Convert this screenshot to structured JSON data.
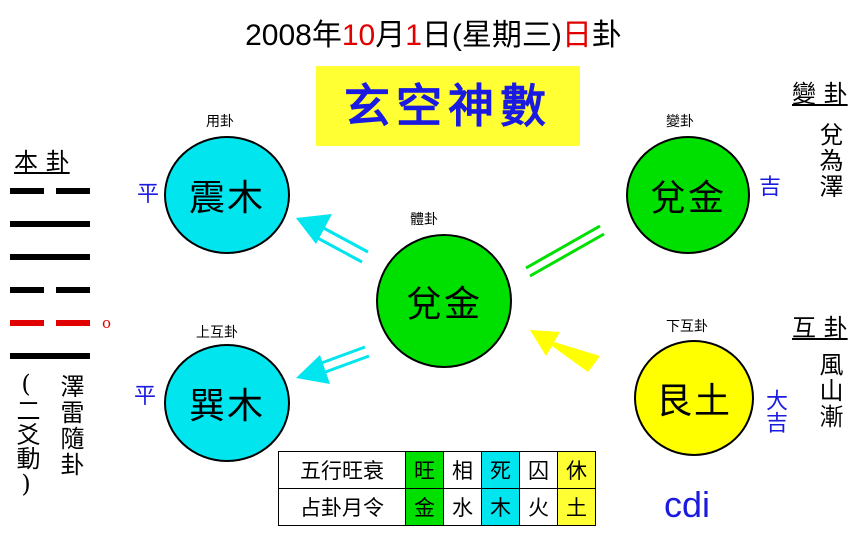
{
  "header": {
    "year": "2008",
    "year_suffix": "年",
    "month": "10",
    "month_suffix": "月",
    "day": "1",
    "day_suffix": "日",
    "weekday": "(星期三)",
    "ri": "日",
    "gua": "卦"
  },
  "title": "玄空神數",
  "circles": {
    "yong": {
      "caption": "用卦",
      "label": "震木",
      "note": "平",
      "fill": "#00e5ee"
    },
    "bian": {
      "caption": "變卦",
      "label": "兌金",
      "note": "吉",
      "fill": "#00e000"
    },
    "ti": {
      "caption": "體卦",
      "label": "兌金",
      "fill": "#00e000"
    },
    "shang_hu": {
      "caption": "上互卦",
      "label": "巽木",
      "note": "平",
      "fill": "#00e5ee"
    },
    "xia_hu": {
      "caption": "下互卦",
      "label": "艮土",
      "note": "大吉",
      "fill": "#ffff00"
    }
  },
  "left": {
    "heading": "本 卦",
    "moving_mark": "o",
    "gua_name": "澤雷隨卦",
    "moving_note": "(二爻動)",
    "lines_top_to_bottom": [
      {
        "type": "yin",
        "color": "#000000"
      },
      {
        "type": "yang",
        "color": "#000000"
      },
      {
        "type": "yang",
        "color": "#000000"
      },
      {
        "type": "yin",
        "color": "#000000"
      },
      {
        "type": "yin",
        "color": "#e00000"
      },
      {
        "type": "yang",
        "color": "#000000"
      }
    ]
  },
  "right": {
    "bian_heading": "變 卦",
    "bian_name": "兌為澤",
    "hu_heading": "互 卦",
    "hu_name": "風山漸"
  },
  "table": {
    "rows": [
      {
        "label": "五行旺衰",
        "cells": [
          "旺",
          "相",
          "死",
          "囚",
          "休"
        ]
      },
      {
        "label": "占卦月令",
        "cells": [
          "金",
          "水",
          "木",
          "火",
          "土"
        ]
      }
    ],
    "column_colors": [
      "#00e000",
      "#ffffff",
      "#00e5ee",
      "#ffffff",
      "#ffff33"
    ]
  },
  "footer": "cdi",
  "colors": {
    "title_bg": "#ffff33",
    "title_text": "#1a1ae0",
    "note_blue": "#1a1ae0",
    "arrow_cyan": "#00e5ee",
    "arrow_green": "#00e000",
    "arrow_yellow": "#ffff00"
  }
}
